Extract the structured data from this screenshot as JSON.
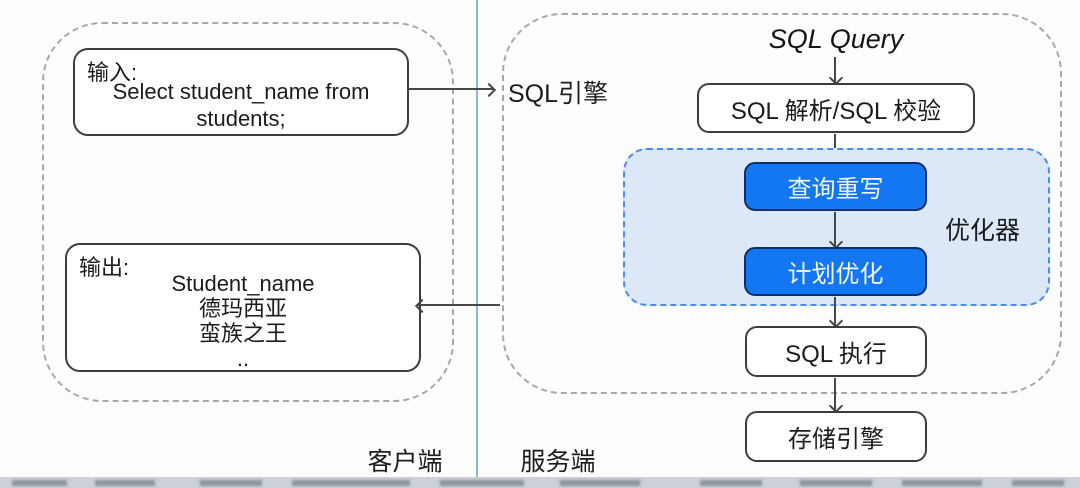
{
  "client": {
    "label": "客户端",
    "input": {
      "title": "输入:",
      "lines": [
        "Select student_name from",
        "students;"
      ]
    },
    "output": {
      "title": "输出:",
      "lines": [
        "Student_name",
        "德玛西亚",
        "蛮族之王",
        ".."
      ]
    }
  },
  "server": {
    "label": "服务端",
    "engine_label": "SQL引擎",
    "sql_query": "SQL Query",
    "parse": "SQL 解析/SQL 校验",
    "optimizer_label": "优化器",
    "rewrite": "查询重写",
    "plan_optimize": "计划优化",
    "execute": "SQL 执行",
    "storage": "存储引擎"
  },
  "colors": {
    "accent_blue": "#1377f3",
    "accent_blue_border": "#0c2f66",
    "optimizer_fill": "#dce8f8",
    "optimizer_border": "#4a8cf0",
    "divider_blue": "#8ab6ee"
  }
}
